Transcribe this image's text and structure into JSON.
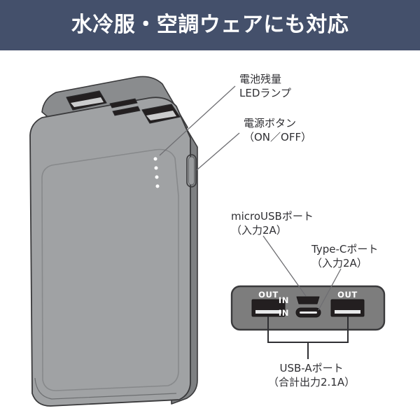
{
  "banner": {
    "title": "水冷服・空調ウェアにも対応",
    "bg_color": "#44506b",
    "text_color": "#ffffff"
  },
  "colors": {
    "body_face": "#a0a2a4",
    "body_side": "#7e8082",
    "body_top": "#8a8c8e",
    "body_outline": "#3a3a3c",
    "port_panel": "#7d7d7d",
    "port_panel_outline": "#3a3a3c",
    "port_cavity": "#231f20",
    "led_dot": "#ffffff",
    "label_text": "#2f2f33",
    "leader_line": "#6e6e72",
    "bracket_line": "#2f2f33",
    "page_bg": "#ffffff"
  },
  "callouts": {
    "led": {
      "name": "battery-level-led",
      "line1": "電池残量",
      "line2": "LEDランプ"
    },
    "power_button": {
      "name": "power-button",
      "line1": "電源ボタン",
      "line2": "（ON／OFF）"
    },
    "micro_usb": {
      "name": "micro-usb-port",
      "line1": "microUSBポート",
      "line2": "（入力2A）"
    },
    "type_c": {
      "name": "type-c-port",
      "line1": "Type-Cポート",
      "line2": "（入力2A）"
    },
    "usb_a": {
      "name": "usb-a-port",
      "line1": "USB-Aポート",
      "line2": "（合計出力2.1A）"
    }
  },
  "port_panel": {
    "out_left_label": "OUT",
    "out_right_label": "OUT",
    "in_top_label": "IN",
    "in_bottom_label": "IN"
  },
  "device": {
    "led_indicator_count": 4,
    "usb_a_port_count": 2,
    "input_port_count": 2
  }
}
